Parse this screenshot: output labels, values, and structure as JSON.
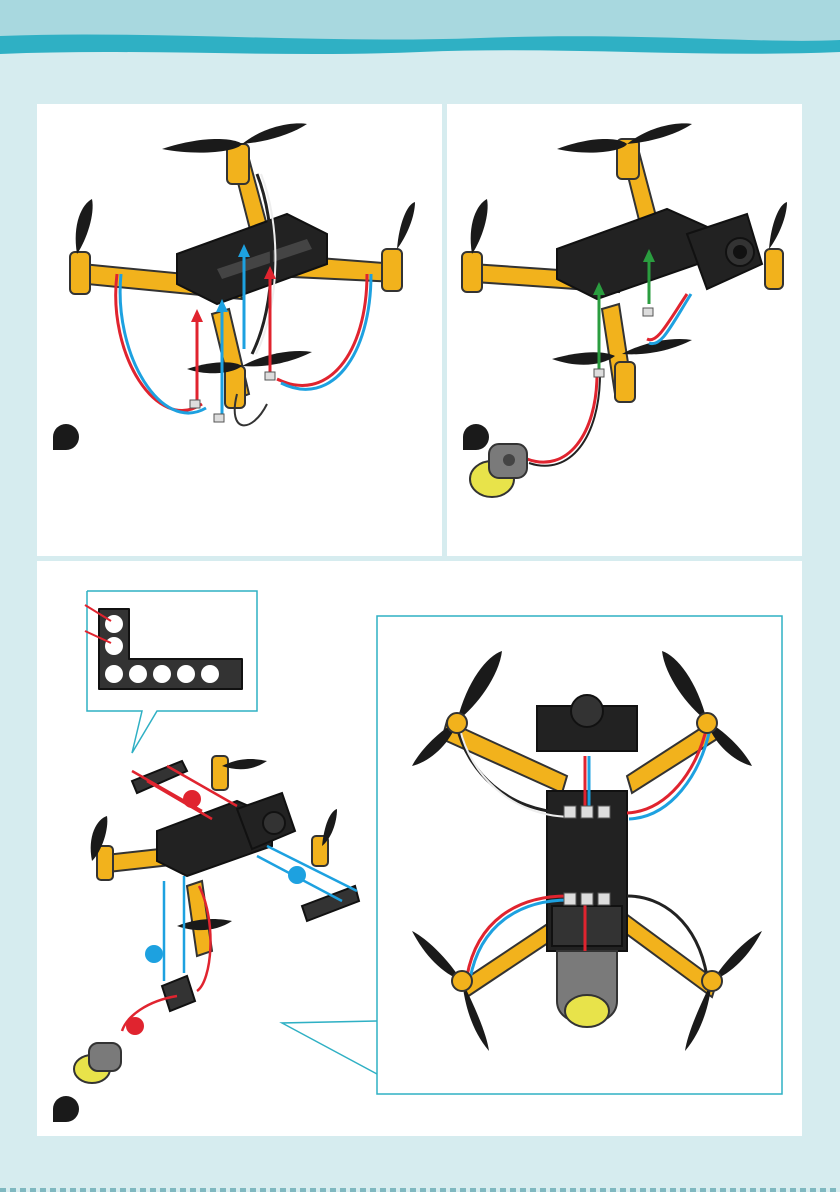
{
  "page": {
    "accent": "#2fb0c4",
    "steps": [
      {
        "id": 1,
        "description_text": ""
      },
      {
        "id": 2,
        "description_text": ""
      },
      {
        "id": 3,
        "description_text": ""
      }
    ]
  },
  "colors": {
    "arm_yellow": "#f2b21c",
    "body_black": "#222222",
    "arrow_red": "#e0242f",
    "arrow_blue": "#1da1e0",
    "arrow_green": "#2a9d3f",
    "callout_red": "#e0242f",
    "callout_blue": "#1da1e0",
    "panel_border": "#2fb0c4"
  },
  "icons": [
    "drone-assembly-icon",
    "propeller-icon",
    "motor-icon",
    "camera-module-icon",
    "light-module-icon",
    "l-bracket-icon"
  ]
}
